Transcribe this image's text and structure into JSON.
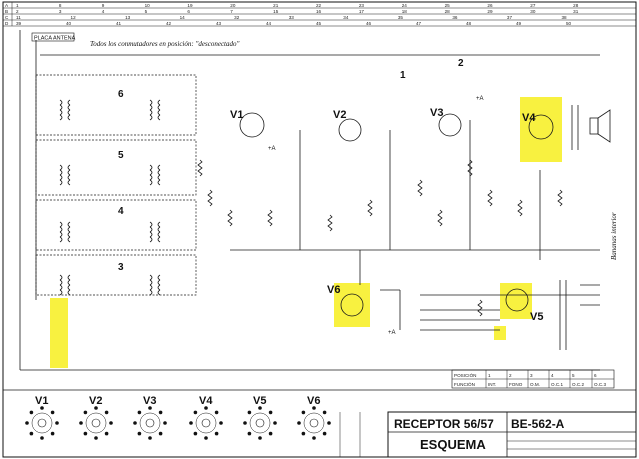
{
  "header": {
    "row_labels": [
      "A",
      "B",
      "C",
      "D"
    ],
    "refs_a": [
      "1",
      "8",
      "9",
      "10",
      "19",
      "20",
      "21",
      "22",
      "23",
      "24",
      "25",
      "26",
      "27",
      "28"
    ],
    "refs_b": [
      "2",
      "3",
      "4",
      "5",
      "6",
      "7",
      "15",
      "16",
      "17",
      "18",
      "28",
      "29",
      "30",
      "31"
    ],
    "refs_c": [
      "11",
      "12",
      "13",
      "14",
      "32",
      "33",
      "34",
      "35",
      "36",
      "37",
      "38"
    ],
    "refs_d": [
      "39",
      "40",
      "41",
      "42",
      "43",
      "44",
      "45",
      "46",
      "47",
      "48",
      "49",
      "50"
    ]
  },
  "notes": {
    "switch_note": "Todos los conmutadores en posición: \"desconectado\"",
    "antenna_label": "PLACA ANTENA",
    "side_note": "Bananas interior",
    "plus_a": "+A"
  },
  "tubes": {
    "v1": "V1",
    "v2": "V2",
    "v3": "V3",
    "v4": "V4",
    "v5": "V5",
    "v6": "V6"
  },
  "switch_numbers": [
    "1",
    "2",
    "3",
    "4",
    "5",
    "6"
  ],
  "function_table": {
    "row1": [
      "POSICIÓN",
      "1",
      "2",
      "3",
      "4",
      "5",
      "6"
    ],
    "row2": [
      "FUNCIÓN",
      "INT.",
      "FONO",
      "O.M.",
      "O.C.1",
      "O.C.2",
      "O.C.3"
    ]
  },
  "sockets": [
    "V1",
    "V2",
    "V3",
    "V4",
    "V5",
    "V6"
  ],
  "title_block": {
    "title": "RECEPTOR 56/57",
    "code": "BE-562-A",
    "subtitle": "ESQUEMA"
  },
  "highlights": [
    "V4",
    "V5",
    "V6",
    "antenna-coil"
  ]
}
